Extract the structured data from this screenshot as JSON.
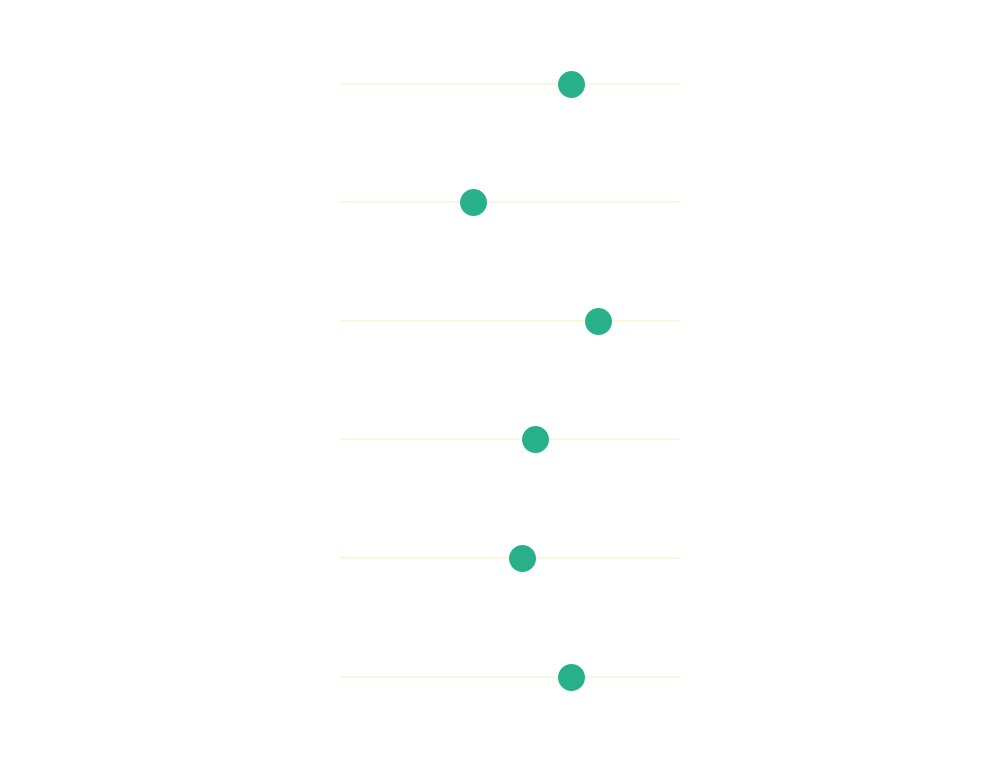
{
  "colors": {
    "track": "#fbf7dc",
    "thumb": "#28b08a"
  },
  "sliders": [
    {
      "value": 0.682
    },
    {
      "value": 0.394
    },
    {
      "value": 0.759
    },
    {
      "value": 0.576
    },
    {
      "value": 0.538
    },
    {
      "value": 0.682
    }
  ]
}
